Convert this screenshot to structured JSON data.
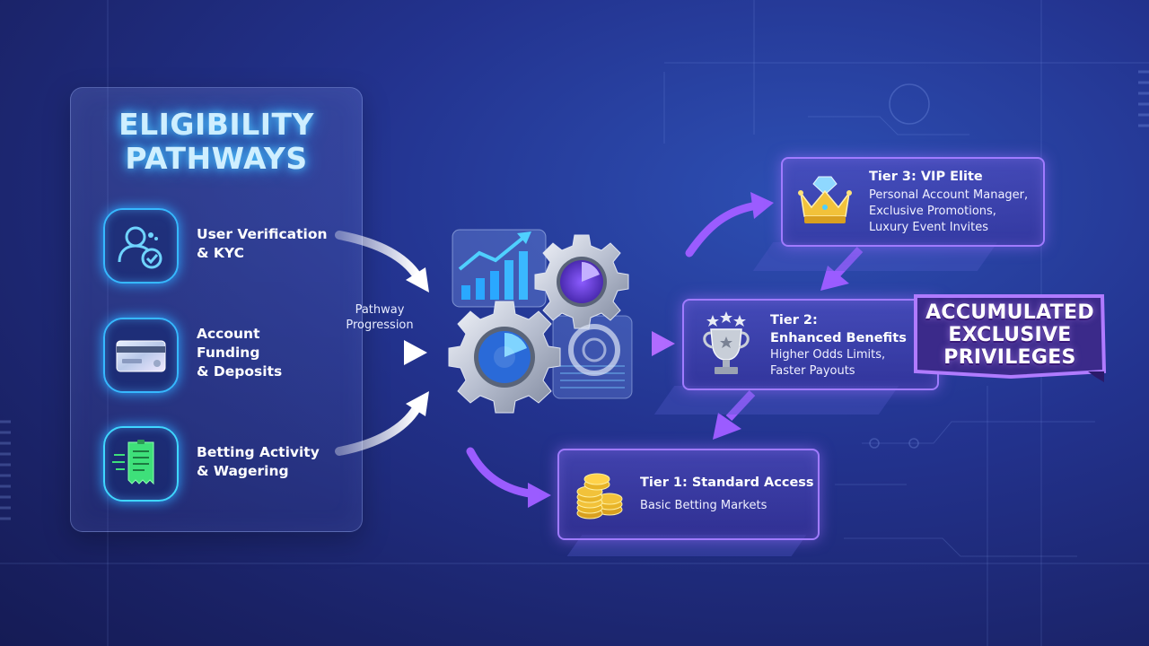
{
  "pathways": {
    "title_lines": [
      "ELIGIBILITY",
      "PATHWAYS"
    ],
    "items": [
      {
        "icon": "user-verified-icon",
        "lines": [
          "User Verification",
          "& KYC"
        ]
      },
      {
        "icon": "credit-card-icon",
        "lines": [
          "Account",
          "Funding",
          "& Deposits"
        ]
      },
      {
        "icon": "betting-slip-icon",
        "lines": [
          "Betting Activity",
          "& Wagering"
        ]
      }
    ]
  },
  "flow": {
    "label_lines": [
      "Pathway",
      "Progression"
    ],
    "engine_icon": "gears-analytics-icon"
  },
  "tiers": [
    {
      "title": "Tier 3: VIP Elite",
      "icon": "crown-icon",
      "desc_lines": [
        "Personal Account Manager,",
        "Exclusive Promotions,",
        "Luxury Event Invites"
      ]
    },
    {
      "title_lines": [
        "Tier 2:",
        "Enhanced Benefits"
      ],
      "icon": "trophy-icon",
      "desc_lines": [
        "Higher Odds Limits,",
        "Faster Payouts"
      ]
    },
    {
      "title": "Tier 1: Standard Access",
      "icon": "coins-icon",
      "desc_lines": [
        "Basic Betting Markets"
      ]
    }
  ],
  "badge": {
    "lines": [
      "ACCUMULATED",
      "EXCLUSIVE",
      "PRIVILEGES"
    ]
  },
  "colors": {
    "accent_cyan": "#36b8ff",
    "accent_purple": "#a07bff",
    "arrow_purple": "#9b5cff",
    "background": "#23338f"
  }
}
